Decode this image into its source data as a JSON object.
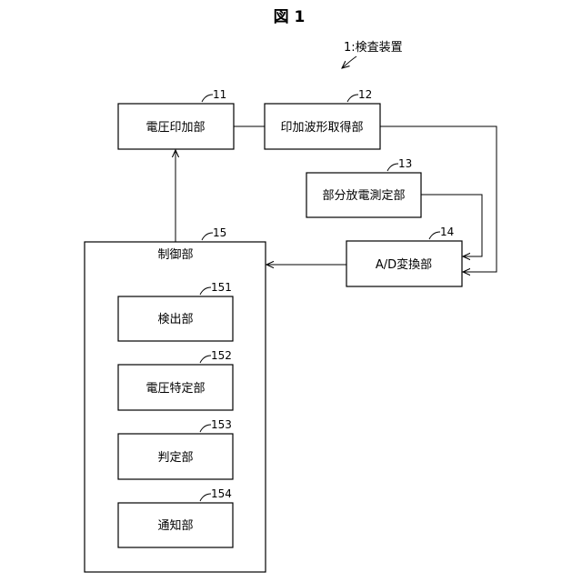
{
  "figure": {
    "title": "図 1",
    "device_label": "1:検査装置"
  },
  "blocks": {
    "voltage_apply": {
      "label": "電圧印加部",
      "ref": "11"
    },
    "waveform": {
      "label": "印加波形取得部",
      "ref": "12"
    },
    "partial_discharge": {
      "label": "部分放電測定部",
      "ref": "13"
    },
    "ad_converter": {
      "label": "A/D変換部",
      "ref": "14"
    },
    "control": {
      "label": "制御部",
      "ref": "15"
    },
    "detection": {
      "label": "検出部",
      "ref": "151"
    },
    "voltage_identify": {
      "label": "電圧特定部",
      "ref": "152"
    },
    "judgment": {
      "label": "判定部",
      "ref": "153"
    },
    "notification": {
      "label": "通知部",
      "ref": "154"
    }
  }
}
